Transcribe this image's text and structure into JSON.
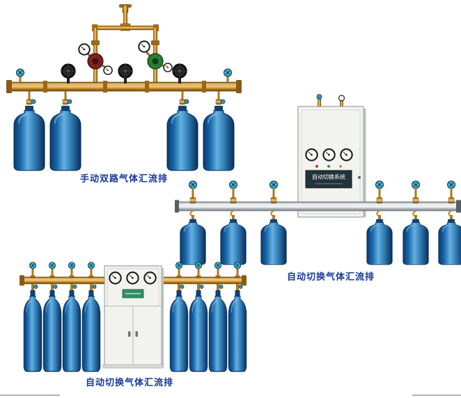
{
  "page": {
    "background": "#ffffff"
  },
  "products": [
    {
      "id": "manual-dual-manifold",
      "caption": "手动双路气体汇流排",
      "cylinders": 4
    },
    {
      "id": "auto-switch-manifold-wall",
      "caption": "自动切换气体汇流排",
      "cylinders": 6,
      "panel_label": "自动切换系统"
    },
    {
      "id": "auto-switch-manifold-floor",
      "caption": "自动切换气体汇流排",
      "cylinders": 8
    }
  ],
  "colors": {
    "caption_text": "#16399b",
    "cylinder_blue": "#1767aa",
    "brass_pipe": "#c08a2e",
    "valve_teal": "#2d93b4",
    "cabinet_body": "#f3f3ef",
    "manifold_silver": "#c7ccd0"
  },
  "icons": {
    "gas-cylinder": "blue-bottle-shape",
    "pressure-gauge": "white-dial-circle",
    "valve-handwheel": "teal-wheel-circle",
    "shutoff-handwheel": "black-wheel-circle"
  }
}
